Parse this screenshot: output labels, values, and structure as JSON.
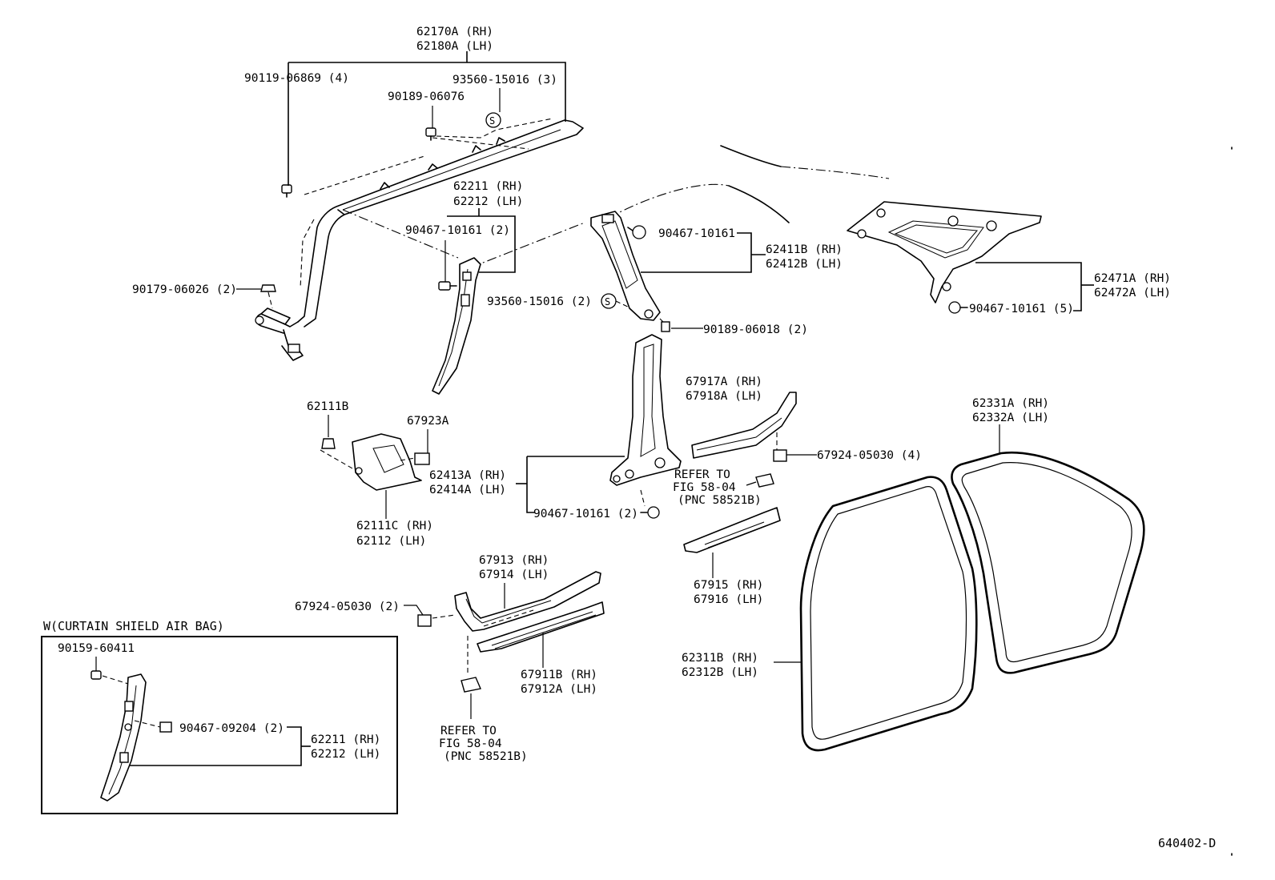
{
  "labels": {
    "p62170a": "62170A (RH)",
    "p62180a": "62180A (LH)",
    "p90119": "90119-06869 (4)",
    "p93560a": "93560-15016 (3)",
    "p90189a": "90189-06076",
    "p62211": "62211 (RH)",
    "p62212": "62212 (LH)",
    "p90467a": "90467-10161 (2)",
    "p90179": "90179-06026 (2)",
    "p93560b": "93560-15016 (2)",
    "p90467b": "90467-10161",
    "p62411b": "62411B (RH)",
    "p62412b": "62412B (LH)",
    "p90189b": "90189-06018 (2)",
    "p62471a": "62471A (RH)",
    "p62472a": "62472A (LH)",
    "p90467c": "90467-10161 (5)",
    "p62111b": "62111B",
    "p67923a": "67923A",
    "p62111c": "62111C (RH)",
    "p62112": "62112  (LH)",
    "p62413a": "62413A (RH)",
    "p62414a": "62414A (LH)",
    "p90467d": "90467-10161 (2)",
    "p67917a": "67917A (RH)",
    "p67918a": "67918A (LH)",
    "ref1_l1": "REFER TO",
    "ref1_l2": "FIG 58-04",
    "ref1_l3": "(PNC 58521B)",
    "p67924a": "67924-05030 (4)",
    "p62331a": "62331A (RH)",
    "p62332a": "62332A (LH)",
    "p67915": "67915 (RH)",
    "p67916": "67916 (LH)",
    "p67913": "67913 (RH)",
    "p67914": "67914 (LH)",
    "p67924b": "67924-05030 (2)",
    "p67911b": "67911B (RH)",
    "p67912a": "67912A (LH)",
    "ref2_l1": "REFER TO",
    "ref2_l2": "FIG 58-04",
    "ref2_l3": "(PNC 58521B)",
    "p62311b": "62311B (RH)",
    "p62312b": "62312B (LH)",
    "inset_title": "W(CURTAIN SHIELD AIR BAG)",
    "p90159": "90159-60411",
    "p90467e": "90467-09204 (2)",
    "p62211i": "62211 (RH)",
    "p62212i": "62212 (LH)",
    "s_symbol": "S",
    "fig_code": "640402-D"
  },
  "icons": {
    "clip": "push-clip-icon",
    "screw": "screw-icon",
    "sealant": "sealant-symbol-icon"
  }
}
